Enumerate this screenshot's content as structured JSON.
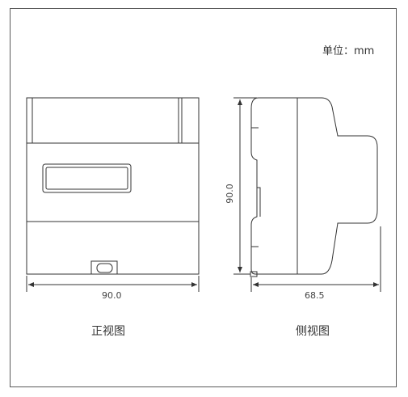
{
  "unit_label": "单位：mm",
  "front_view": {
    "title": "正视图",
    "width_dim": "90.0"
  },
  "side_view": {
    "title": "侧视图",
    "height_dim": "90.0",
    "depth_dim": "68.5"
  }
}
